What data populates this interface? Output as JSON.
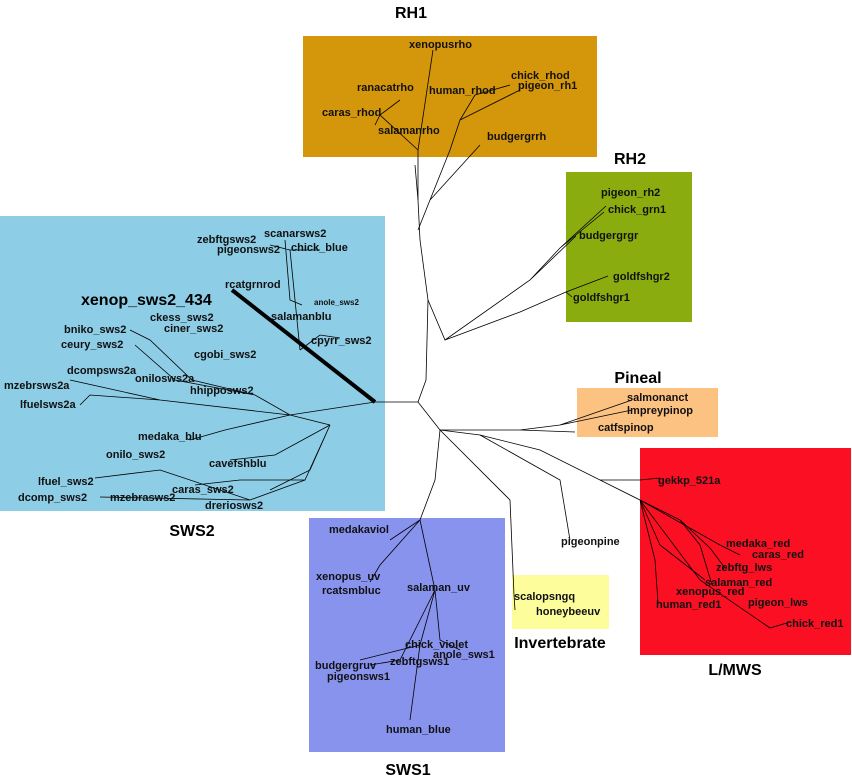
{
  "colors": {
    "rh1": "#d4960a",
    "rh2": "#8aac0e",
    "sws2": "#8dcde6",
    "pineal": "#fcc282",
    "lmws": "#fb0f22",
    "sws1": "#8893ee",
    "invertebrate": "#fdfd9c"
  },
  "groups": {
    "rh1": "RH1",
    "rh2": "RH2",
    "sws2": "SWS2",
    "pineal": "Pineal",
    "lmws": "L/MWS",
    "sws1": "SWS1",
    "invertebrate": "Invertebrate"
  },
  "leaves": {
    "xenopusrho": "xenopusrho",
    "ranacatrho": "ranacatrho",
    "chick_rhod": "chick_rhod",
    "human_rhod": "human_rhod",
    "pigeon_rh1": "pigeon_rh1",
    "caras_rhod": "caras_rhod",
    "salamanrho": "salamanrho",
    "budgergrrh": "budgergrrh",
    "pigeon_rh2": "pigeon_rh2",
    "chick_grn1": "chick_grn1",
    "budgergrgr": "budgergrgr",
    "goldfshgr2": "goldfshgr2",
    "goldfshgr1": "goldfshgr1",
    "zebftgsws2": "zebftgsws2",
    "scanarsws2": "scanarsws2",
    "pigeonsws2": "pigeonsws2",
    "chick_blue": "chick_blue",
    "rcatgrnrod": "rcatgrnrod",
    "xenop_sws2_434": "xenop_sws2_434",
    "anole_sws2": "anole_sws2",
    "salamanblu": "salamanblu",
    "ckess_sws2": "ckess_sws2",
    "bniko_sws2": "bniko_sws2",
    "ciner_sws2": "ciner_sws2",
    "cpyrr_sws2": "cpyrr_sws2",
    "ceury_sws2": "ceury_sws2",
    "cgobi_sws2": "cgobi_sws2",
    "dcompsws2a": "dcompsws2a",
    "onilosws2a": "onilosws2a",
    "mzebrsws2a": "mzebrsws2a",
    "hhipposws2": "hhipposws2",
    "lfuelsws2a": "lfuelsws2a",
    "medaka_blu": "medaka_blu",
    "onilo_sws2": "onilo_sws2",
    "cavefshblu": "cavefshblu",
    "lfuel_sws2": "lfuel_sws2",
    "caras_sws2": "caras_sws2",
    "dcomp_sws2": "dcomp_sws2",
    "mzebrasws2": "mzebrasws2",
    "dreriosws2": "dreriosws2",
    "salmonanct": "salmonanct",
    "lmpreypinop": "lmpreypinop",
    "catfspinop": "catfspinop",
    "gekkp_521a": "gekkp_521a",
    "medaka_red": "medaka_red",
    "caras_red": "caras_red",
    "zebftg_lws": "zebftg_lws",
    "salaman_red": "salaman_red",
    "xenopus_red": "xenopus_red",
    "human_red1": "human_red1",
    "pigeon_lws": "pigeon_lws",
    "chick_red1": "chick_red1",
    "pigeonpine": "pigeonpine",
    "scalopsngq": "scalopsngq",
    "honeybeeuv": "honeybeeuv",
    "medakaviol": "medakaviol",
    "xenopus_uv": "xenopus_uv",
    "rcatsmbluc": "rcatsmbluc",
    "salaman_uv": "salaman_uv",
    "chick_violet": "chick_violet",
    "anole_sws1": "anole_sws1",
    "budgergruv": "budgergruv",
    "zebftgsws1": "zebftgsws1",
    "pigeonsws1": "pigeonsws1",
    "human_blue": "human_blue"
  }
}
